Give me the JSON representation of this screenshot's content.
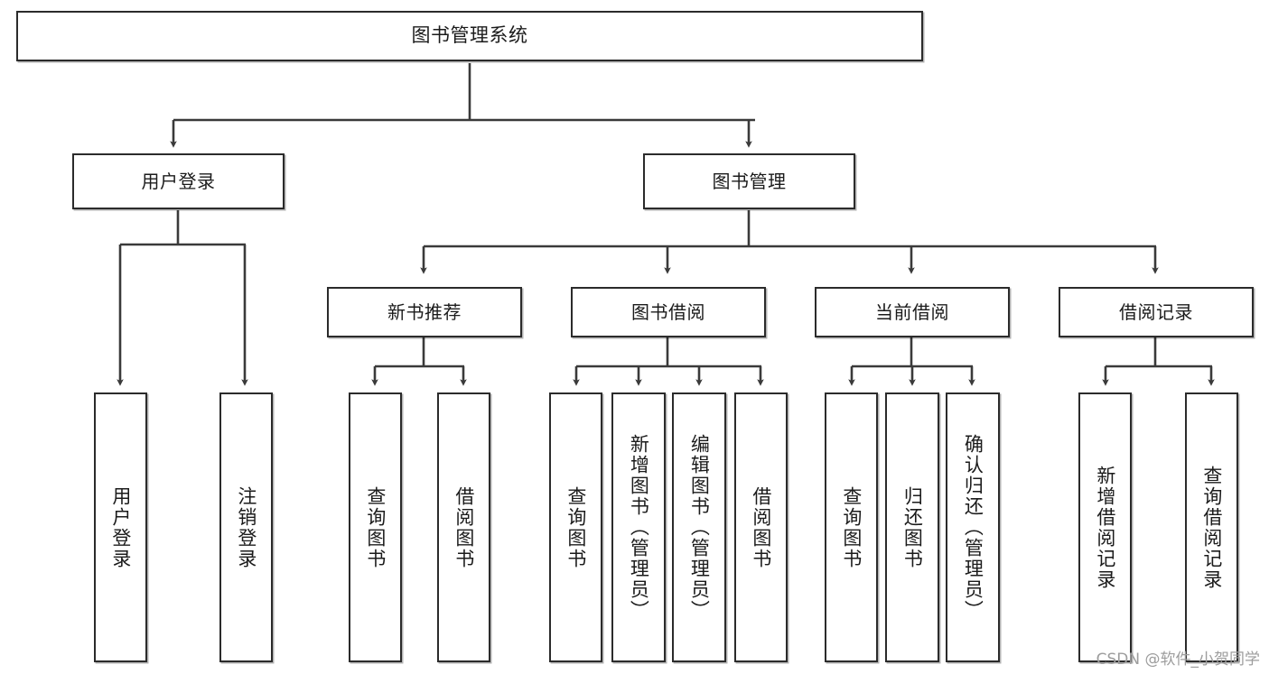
{
  "diagram": {
    "type": "tree",
    "title": "图书管理系统",
    "orientation": "top-down",
    "colors": {
      "box_border": "#2b2b2b",
      "box_fill": "#ffffff",
      "connector": "#3a3a3a",
      "text": "#1b1b1b",
      "watermark": "#9d9d9d",
      "background": "#ffffff"
    },
    "nodes": {
      "root": {
        "label": "图书管理系统"
      },
      "level2": [
        {
          "id": "user-login",
          "label": "用户登录"
        },
        {
          "id": "book-management",
          "label": "图书管理"
        }
      ],
      "level3": [
        {
          "id": "new-book-recommend",
          "label": "新书推荐"
        },
        {
          "id": "book-borrow",
          "label": "图书借阅"
        },
        {
          "id": "current-borrow",
          "label": "当前借阅"
        },
        {
          "id": "borrow-record",
          "label": "借阅记录"
        }
      ],
      "leaves": [
        {
          "id": "leaf-user-login",
          "label": "用户登录",
          "parent": "user-login"
        },
        {
          "id": "leaf-logout",
          "label": "注销登录",
          "parent": "user-login"
        },
        {
          "id": "leaf-query-book-1",
          "label": "查询图书",
          "parent": "new-book-recommend"
        },
        {
          "id": "leaf-borrow-book-1",
          "label": "借阅图书",
          "parent": "new-book-recommend"
        },
        {
          "id": "leaf-query-book-2",
          "label": "查询图书",
          "parent": "book-borrow"
        },
        {
          "id": "leaf-add-book",
          "label": "新增图书（管理员）",
          "parent": "book-borrow"
        },
        {
          "id": "leaf-edit-book",
          "label": "编辑图书（管理员）",
          "parent": "book-borrow"
        },
        {
          "id": "leaf-borrow-book-2",
          "label": "借阅图书",
          "parent": "book-borrow"
        },
        {
          "id": "leaf-query-book-3",
          "label": "查询图书",
          "parent": "current-borrow"
        },
        {
          "id": "leaf-return-book",
          "label": "归还图书",
          "parent": "current-borrow"
        },
        {
          "id": "leaf-confirm-return",
          "label": "确认归还（管理员）",
          "parent": "current-borrow"
        },
        {
          "id": "leaf-add-record",
          "label": "新增借阅记录",
          "parent": "borrow-record"
        },
        {
          "id": "leaf-query-record",
          "label": "查询借阅记录",
          "parent": "borrow-record"
        }
      ]
    },
    "watermark": "CSDN @软件_小贺同学"
  }
}
